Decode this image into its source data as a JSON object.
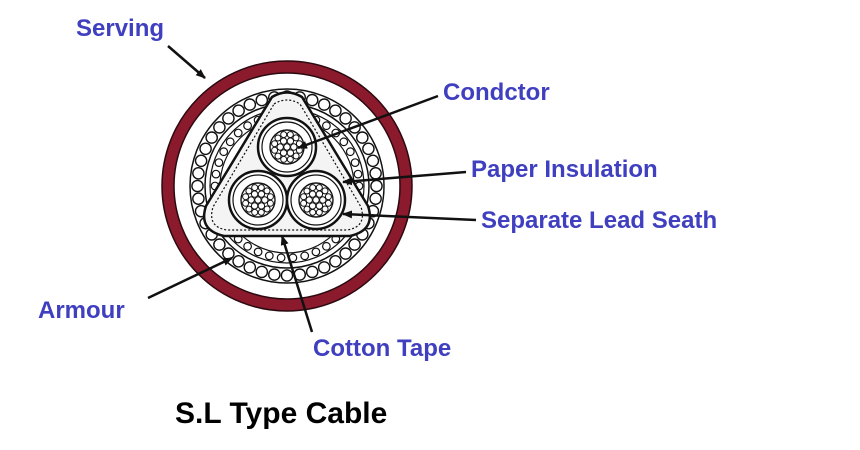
{
  "diagram": {
    "caption": "S.L Type Cable",
    "labels": {
      "serving": "Serving",
      "conductor": "Condctor",
      "paper_insulation": "Paper Insulation",
      "separate_lead_sheath": "Separate Lead Seath",
      "armour": "Armour",
      "cotton_tape": "Cotton Tape"
    },
    "colors": {
      "label_text": "#3f3fbf",
      "caption_text": "#000000",
      "serving_ring": "#8b1a2c",
      "outline": "#111111"
    }
  }
}
